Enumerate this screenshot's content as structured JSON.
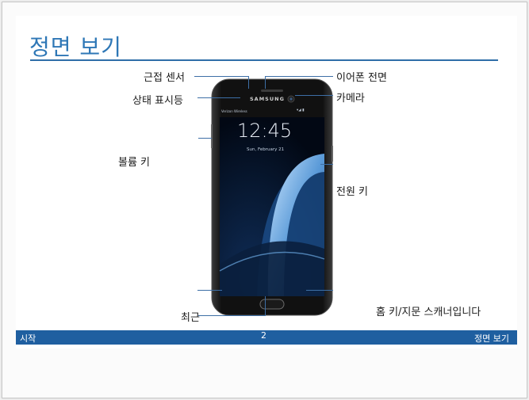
{
  "slide": {
    "title": "정면 보기",
    "callouts": {
      "proximity_sensor": "근접 센서",
      "status_indicator": "상태 표시등",
      "volume_key": "볼륨 키",
      "recent": "최근",
      "earpiece": "이어폰 전면",
      "camera": "카메라",
      "power_key": "전원 키",
      "home_key": "홈 키/지문 스캐너입니다"
    }
  },
  "phone": {
    "brand": "SAMSUNG",
    "carrier": "Verizon Wireless",
    "time": "12:45",
    "date": "Sun, February 21"
  },
  "footer": {
    "left": "시작",
    "page_number": "2",
    "right": "정면 보기"
  },
  "colors": {
    "accent": "#2e77b6",
    "footer_bg": "#1f5fa0"
  }
}
